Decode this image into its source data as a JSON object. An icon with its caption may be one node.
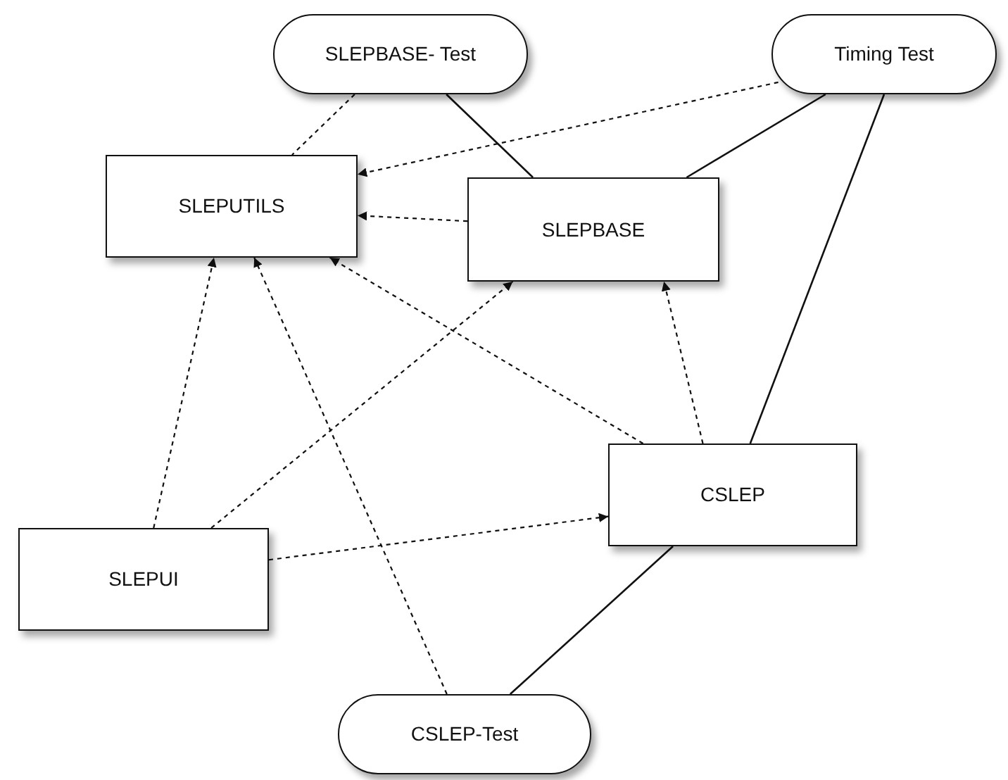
{
  "diagram": {
    "nodes": [
      {
        "text": [
          "SLEPBASE- Test"
        ]
      },
      {
        "text": [
          "Timing Test"
        ]
      },
      {
        "text": [
          "SLEPUTILS"
        ]
      },
      {
        "text": [
          "SLEPBASE"
        ]
      },
      {
        "text": [
          "CSLEP"
        ]
      },
      {
        "text": [
          "SLEPUI"
        ]
      },
      {
        "text": [
          "CSLEP-Test"
        ]
      }
    ],
    "edges": [
      {
        "from": 0,
        "to": 2,
        "arrow": "none",
        "style": "dashed"
      },
      {
        "from": 0,
        "to": 3,
        "arrow": "none"
      },
      {
        "from": 1,
        "to": 2,
        "arrow": "to",
        "style": "dashed"
      },
      {
        "from": 1,
        "to": 3,
        "arrow": "none"
      },
      {
        "from": 1,
        "to": 4,
        "arrow": "none"
      },
      {
        "from": 3,
        "to": 2,
        "arrow": "to",
        "style": "dashed"
      },
      {
        "from": 5,
        "to": 2,
        "arrow": "to",
        "style": "dashed"
      },
      {
        "from": 5,
        "to": 3,
        "arrow": "to",
        "style": "dashed"
      },
      {
        "from": 5,
        "to": 4,
        "arrow": "to",
        "style": "dashed"
      },
      {
        "from": 4,
        "to": 2,
        "arrow": "to",
        "style": "dashed"
      },
      {
        "from": 4,
        "to": 3,
        "arrow": "to",
        "style": "dashed"
      },
      {
        "from": 6,
        "to": 2,
        "arrow": "to",
        "style": "dashed"
      },
      {
        "from": 6,
        "to": 4,
        "arrow": "none"
      }
    ]
  }
}
